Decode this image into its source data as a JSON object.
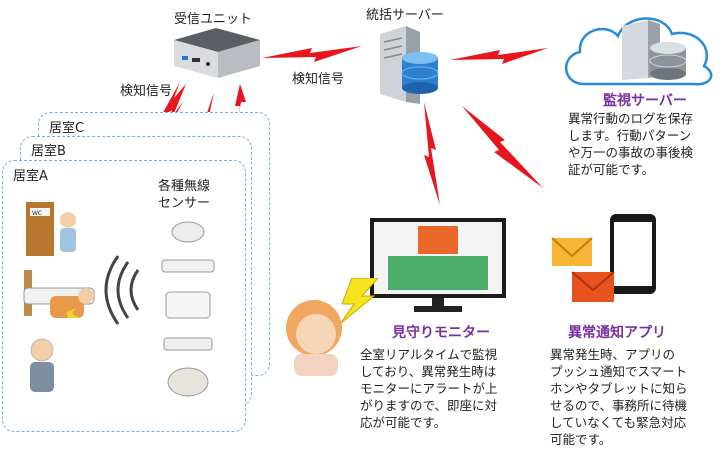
{
  "nodes": {
    "receiver": {
      "label": "受信ユニット"
    },
    "integration_server": {
      "label": "統括サーバー"
    },
    "monitoring_server": {
      "title": "監視サーバー",
      "desc_lines": [
        "異常行動のログを保存",
        "します。行動パターン",
        "や万一の事故の事後検",
        "証が可能です。"
      ]
    },
    "watch_monitor": {
      "title": "見守りモニター",
      "desc_lines": [
        "全室リアルタイムで監視",
        "しており、異常発生時は",
        "モニターにアラートが上",
        "がりますので、即座に対",
        "応が可能です。"
      ]
    },
    "alert_app": {
      "title": "異常通知アプリ",
      "desc_lines": [
        "異常発生時、アプリの",
        "プッシュ通知でスマート",
        "ホンやタブレットに知ら",
        "せるので、事務所に待機",
        "していなくても緊急対応",
        "可能です。"
      ]
    },
    "sensors": {
      "label_lines": [
        "各種無線",
        "センサー"
      ]
    }
  },
  "edges": {
    "detection_signal_1": "検知信号",
    "detection_signal_2": "検知信号"
  },
  "rooms": [
    "居室C",
    "居室B",
    "居室A"
  ],
  "colors": {
    "bolt": "#e8141e",
    "accent_purple": "#7a2fa0",
    "room_border": "#7fb0d8"
  }
}
